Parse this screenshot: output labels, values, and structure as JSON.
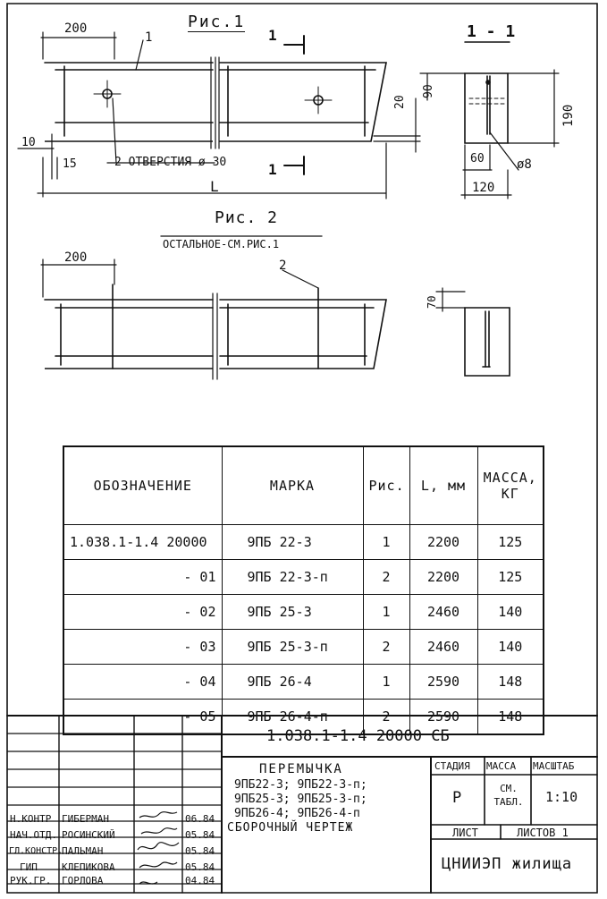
{
  "fig1": {
    "title": "Рис.1",
    "dim_200": "200",
    "leader_1": "1",
    "section_mark_top": "1",
    "section_mark_bottom": "1",
    "dim_10": "10",
    "dim_15": "15",
    "holes_note": "2 ОТВЕРСТИЯ ø 30",
    "dim_L": "L",
    "dim_20": "20"
  },
  "section": {
    "title": "1 - 1",
    "dim_90": "90",
    "dim_190": "190",
    "dim_60": "60",
    "dim_dia8": "ø8",
    "dim_120": "120"
  },
  "fig2": {
    "title": "Рис. 2",
    "subtitle": "ОСТАЛЬНОЕ-СМ.РИС.1",
    "dim_200": "200",
    "leader_2": "2",
    "dim_70": "70"
  },
  "table": {
    "headers": [
      "ОБОЗНАЧЕНИЕ",
      "МАРКА",
      "Рис.",
      "L, мм",
      "МАССА, КГ"
    ],
    "rows": [
      [
        "1.038.1-1.4 20000",
        "9ПБ 22-3",
        "1",
        "2200",
        "125"
      ],
      [
        "- 01",
        "9ПБ 22-3-п",
        "2",
        "2200",
        "125"
      ],
      [
        "- 02",
        "9ПБ 25-3",
        "1",
        "2460",
        "140"
      ],
      [
        "- 03",
        "9ПБ 25-3-п",
        "2",
        "2460",
        "140"
      ],
      [
        "- 04",
        "9ПБ 26-4",
        "1",
        "2590",
        "148"
      ],
      [
        "- 05",
        "9ПБ 26-4-п",
        "2",
        "2590",
        "148"
      ]
    ]
  },
  "stamp": {
    "doc_code": "1.038.1-1.4 20000 СБ",
    "name_line1": "ПЕРЕМЫЧКА",
    "name_line2": "9ПБ22-3; 9ПБ22-3-п;",
    "name_line3": "9ПБ25-3; 9ПБ25-3-п;",
    "name_line4": "9ПБ26-4; 9ПБ26-4-п",
    "name_line5": "СБОРОЧНЫЙ ЧЕРТЕЖ",
    "stage_label": "СТАДИЯ",
    "mass_label": "МАССА",
    "scale_label": "МАСШТАБ",
    "stage_value": "Р",
    "mass_value": "СМ. ТАБЛ.",
    "scale_value": "1:10",
    "sheet_label": "ЛИСТ",
    "sheets_label": "ЛИСТОВ 1",
    "org": "ЦНИИЭП жилища",
    "signatures": [
      {
        "role": "Н.КОНТР",
        "name": "ГИБЕРМАН",
        "date": "06.84"
      },
      {
        "role": "НАЧ.ОТД.",
        "name": "РОСИНСКИЙ",
        "date": "05.84"
      },
      {
        "role": "ГЛ.КОНСТР.",
        "name": "ПАЛЬМАН",
        "date": "05.84"
      },
      {
        "role": "ГИП",
        "name": "КЛЕПИКОВА",
        "date": "05.84"
      },
      {
        "role": "РУК.ГР.",
        "name": "ГОРЛОВА",
        "date": "04.84"
      }
    ]
  }
}
